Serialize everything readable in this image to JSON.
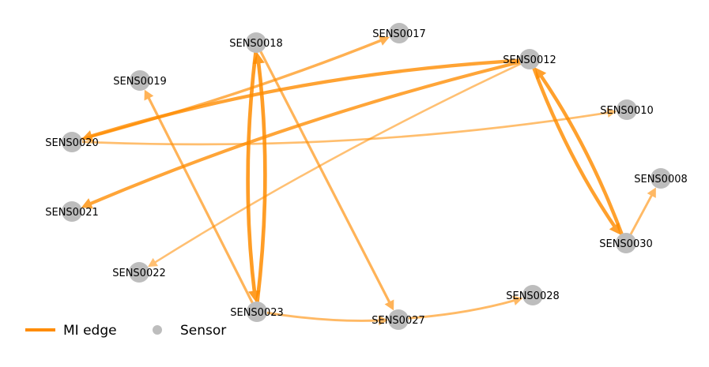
{
  "colors": {
    "edge": "#ff8c00",
    "node": "#bdbdbd",
    "text": "#000000"
  },
  "nodes": [
    {
      "id": "SENS0017",
      "label": "SENS0017"
    },
    {
      "id": "SENS0018",
      "label": "SENS0018"
    },
    {
      "id": "SENS0012",
      "label": "SENS0012"
    },
    {
      "id": "SENS0019",
      "label": "SENS0019"
    },
    {
      "id": "SENS0010",
      "label": "SENS0010"
    },
    {
      "id": "SENS0020",
      "label": "SENS0020"
    },
    {
      "id": "SENS0008",
      "label": "SENS0008"
    },
    {
      "id": "SENS0021",
      "label": "SENS0021"
    },
    {
      "id": "SENS0030",
      "label": "SENS0030"
    },
    {
      "id": "SENS0022",
      "label": "SENS0022"
    },
    {
      "id": "SENS0023",
      "label": "SENS0023"
    },
    {
      "id": "SENS0028",
      "label": "SENS0028"
    },
    {
      "id": "SENS0027",
      "label": "SENS0027"
    }
  ],
  "edges": [
    {
      "source": "SENS0018",
      "target": "SENS0023",
      "weight": 0.9
    },
    {
      "source": "SENS0023",
      "target": "SENS0018",
      "weight": 0.9
    },
    {
      "source": "SENS0012",
      "target": "SENS0030",
      "weight": 0.85
    },
    {
      "source": "SENS0030",
      "target": "SENS0012",
      "weight": 0.85
    },
    {
      "source": "SENS0012",
      "target": "SENS0020",
      "weight": 0.8
    },
    {
      "source": "SENS0012",
      "target": "SENS0021",
      "weight": 0.75
    },
    {
      "source": "SENS0020",
      "target": "SENS0017",
      "weight": 0.55
    },
    {
      "source": "SENS0018",
      "target": "SENS0027",
      "weight": 0.5
    },
    {
      "source": "SENS0023",
      "target": "SENS0019",
      "weight": 0.5
    },
    {
      "source": "SENS0023",
      "target": "SENS0027",
      "weight": 0.4
    },
    {
      "source": "SENS0027",
      "target": "SENS0028",
      "weight": 0.4
    },
    {
      "source": "SENS0030",
      "target": "SENS0008",
      "weight": 0.4
    },
    {
      "source": "SENS0020",
      "target": "SENS0010",
      "weight": 0.35
    },
    {
      "source": "SENS0012",
      "target": "SENS0022",
      "weight": 0.3
    }
  ],
  "legend": {
    "edge_label": "MI edge",
    "node_label": "Sensor"
  }
}
